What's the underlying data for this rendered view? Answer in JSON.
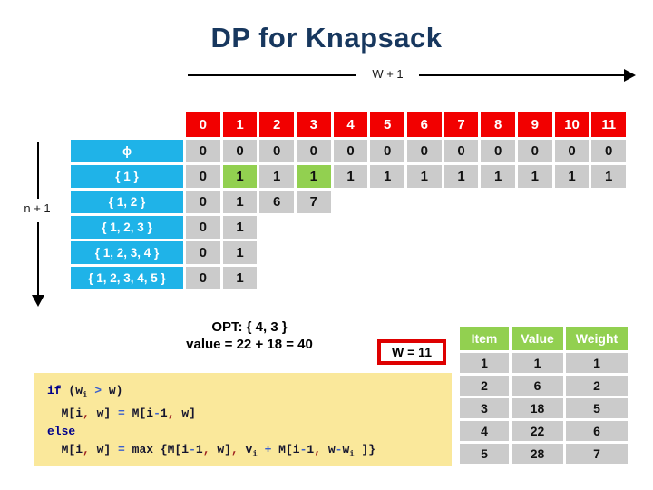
{
  "slide": {
    "title": "DP for Knapsack"
  },
  "axes": {
    "horizontal_label": "W + 1",
    "vertical_label": "n + 1"
  },
  "dp_table": {
    "col_headers": [
      "0",
      "1",
      "2",
      "3",
      "4",
      "5",
      "6",
      "7",
      "8",
      "9",
      "10",
      "11"
    ],
    "rows": [
      {
        "label": "ϕ",
        "cells": [
          "0",
          "0",
          "0",
          "0",
          "0",
          "0",
          "0",
          "0",
          "0",
          "0",
          "0",
          "0"
        ],
        "highlight": []
      },
      {
        "label": "{ 1 }",
        "cells": [
          "0",
          "1",
          "1",
          "1",
          "1",
          "1",
          "1",
          "1",
          "1",
          "1",
          "1",
          "1"
        ],
        "highlight": [
          1,
          3
        ]
      },
      {
        "label": "{ 1, 2 }",
        "cells": [
          "0",
          "1",
          "6",
          "7"
        ],
        "highlight": []
      },
      {
        "label": "{ 1, 2, 3 }",
        "cells": [
          "0",
          "1"
        ],
        "highlight": []
      },
      {
        "label": "{ 1, 2, 3, 4 }",
        "cells": [
          "0",
          "1"
        ],
        "highlight": []
      },
      {
        "label": "{ 1, 2, 3, 4, 5 }",
        "cells": [
          "0",
          "1"
        ],
        "highlight": []
      }
    ]
  },
  "opt": {
    "line1": "OPT:  { 4, 3 }",
    "line2": "value = 22 + 18 = 40"
  },
  "w_box": {
    "label": "W = 11"
  },
  "code": {
    "lines": [
      [
        {
          "t": "if",
          "c": "kw"
        },
        {
          "t": " (w",
          "c": "pl"
        },
        {
          "t": "i",
          "c": "pl",
          "sub": true
        },
        {
          "t": " ",
          "c": "pl"
        },
        {
          "t": ">",
          "c": "op"
        },
        {
          "t": " w)",
          "c": "pl"
        }
      ],
      [
        {
          "t": "  M[i",
          "c": "pl"
        },
        {
          "t": ",",
          "c": "cm"
        },
        {
          "t": " w] ",
          "c": "pl"
        },
        {
          "t": "=",
          "c": "op"
        },
        {
          "t": " M[i",
          "c": "pl"
        },
        {
          "t": "-",
          "c": "op"
        },
        {
          "t": "1",
          "c": "pl"
        },
        {
          "t": ",",
          "c": "cm"
        },
        {
          "t": " w]",
          "c": "pl"
        }
      ],
      [
        {
          "t": "else",
          "c": "kw"
        }
      ],
      [
        {
          "t": "  M[i",
          "c": "pl"
        },
        {
          "t": ",",
          "c": "cm"
        },
        {
          "t": " w] ",
          "c": "pl"
        },
        {
          "t": "=",
          "c": "op"
        },
        {
          "t": " max {M[i",
          "c": "pl"
        },
        {
          "t": "-",
          "c": "op"
        },
        {
          "t": "1",
          "c": "pl"
        },
        {
          "t": ",",
          "c": "cm"
        },
        {
          "t": " w]",
          "c": "pl"
        },
        {
          "t": ",",
          "c": "cm"
        },
        {
          "t": " v",
          "c": "pl"
        },
        {
          "t": "i",
          "c": "pl",
          "sub": true
        },
        {
          "t": " ",
          "c": "pl"
        },
        {
          "t": "+",
          "c": "op"
        },
        {
          "t": " M[i",
          "c": "pl"
        },
        {
          "t": "-",
          "c": "op"
        },
        {
          "t": "1",
          "c": "pl"
        },
        {
          "t": ",",
          "c": "cm"
        },
        {
          "t": " w",
          "c": "pl"
        },
        {
          "t": "-",
          "c": "op"
        },
        {
          "t": "w",
          "c": "pl"
        },
        {
          "t": "i",
          "c": "pl",
          "sub": true
        },
        {
          "t": " ]}",
          "c": "pl"
        }
      ]
    ]
  },
  "items_table": {
    "headers": [
      "Item",
      "Value",
      "Weight"
    ],
    "rows": [
      [
        "1",
        "1",
        "1"
      ],
      [
        "2",
        "6",
        "2"
      ],
      [
        "3",
        "18",
        "5"
      ],
      [
        "4",
        "22",
        "6"
      ],
      [
        "5",
        "28",
        "7"
      ]
    ]
  },
  "colors": {
    "title_navy": "#17375E",
    "header_red": "#F20000",
    "row_label_blue": "#1FB3E8",
    "cell_gray": "#CBCBCB",
    "highlight_green": "#92D050",
    "items_header_green": "#92D050",
    "code_bg_yellow": "#FAE89B",
    "w_box_border_red": "#DE0000"
  }
}
